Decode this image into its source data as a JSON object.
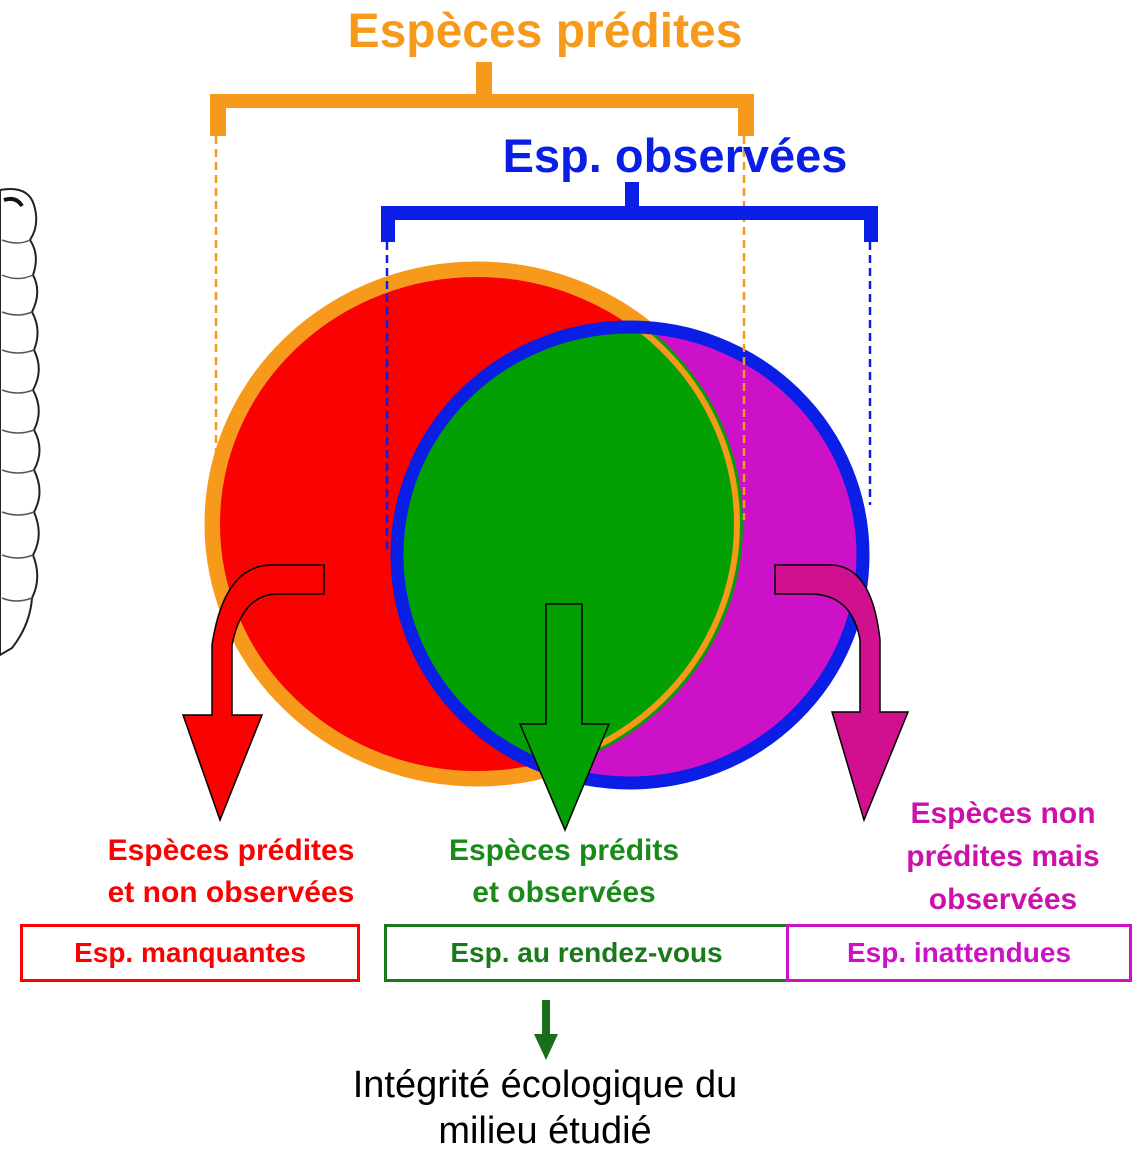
{
  "colors": {
    "predicted": "#f79a1c",
    "observed": "#0a1ee6",
    "missing": "#fb0202",
    "shared": "#03a003",
    "unexpected": "#cc11c8",
    "unexpected_arrow": "#d0108e",
    "bottom_arrow": "#1a6e1a"
  },
  "brackets": {
    "predicted_label": "Espèces prédites",
    "observed_label": "Esp. observées"
  },
  "regions": {
    "missing": {
      "line1": "Espèces prédites",
      "line2": "et non observées",
      "box": "Esp. manquantes"
    },
    "shared": {
      "line1": "Espèces prédits",
      "line2": "et observées",
      "box": "Esp. au rendez-vous"
    },
    "unexpected": {
      "line1": "Espèces non",
      "line2": "prédites mais",
      "line3": "observées",
      "box": "Esp. inattendues"
    }
  },
  "conclusion": {
    "line1": "Intégrité écologique du",
    "line2": "milieu étudié"
  }
}
